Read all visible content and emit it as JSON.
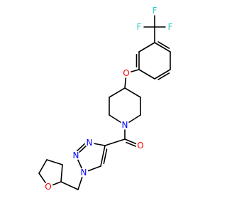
{
  "colors": {
    "bond": "#000000",
    "F": "#33cccc",
    "O": "#ff0000",
    "N": "#0000ff",
    "background": "#ffffff"
  },
  "atom_labels": {
    "F_left": "F",
    "F_right": "F",
    "F_bottom": "F",
    "O_ether": "O",
    "N_piperidine": "N",
    "O_carbonyl": "O",
    "N_triazole_1": "N",
    "N_triazole_2": "N",
    "N_triazole_3": "N",
    "O_thf": "O"
  }
}
